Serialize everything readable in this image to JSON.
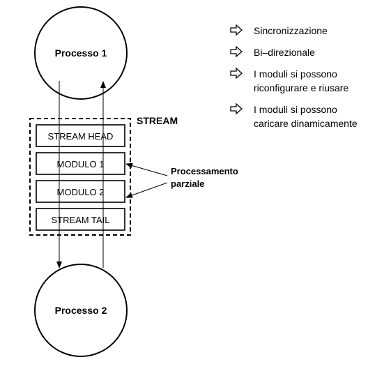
{
  "processes": {
    "top": "Processo 1",
    "bottom": "Processo 2"
  },
  "stream": {
    "label": "STREAM",
    "modules": [
      "STREAM HEAD",
      "MODULO 1",
      "MODULO 2",
      "STREAM TAIL"
    ]
  },
  "annotation": {
    "line1": "Processamento",
    "line2": "parziale"
  },
  "bullets": [
    {
      "icon": "hollow-arrow-icon",
      "text": "Sincronizzazione"
    },
    {
      "icon": "hollow-arrow-icon",
      "text": "Bi–direzionale"
    },
    {
      "icon": "hollow-arrow-icon",
      "text": "I moduli si possono\nriconfigurare e riusare"
    },
    {
      "icon": "hollow-arrow-icon",
      "text": "I moduli si possono\ncaricare dinamicamente"
    }
  ],
  "colors": {
    "stroke": "#000000",
    "background": "#ffffff"
  }
}
